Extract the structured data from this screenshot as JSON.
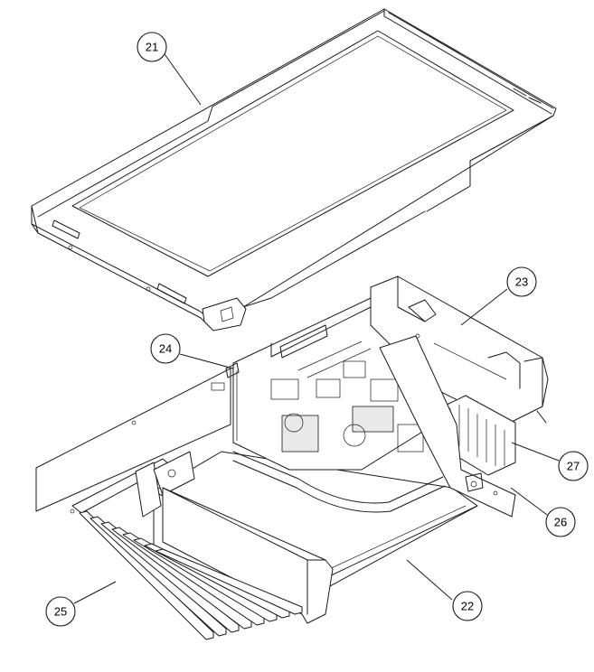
{
  "callouts": [
    {
      "id": "21",
      "label": "21"
    },
    {
      "id": "22",
      "label": "22"
    },
    {
      "id": "23",
      "label": "23"
    },
    {
      "id": "24",
      "label": "24"
    },
    {
      "id": "25",
      "label": "25"
    },
    {
      "id": "26",
      "label": "26"
    },
    {
      "id": "27",
      "label": "27"
    }
  ]
}
